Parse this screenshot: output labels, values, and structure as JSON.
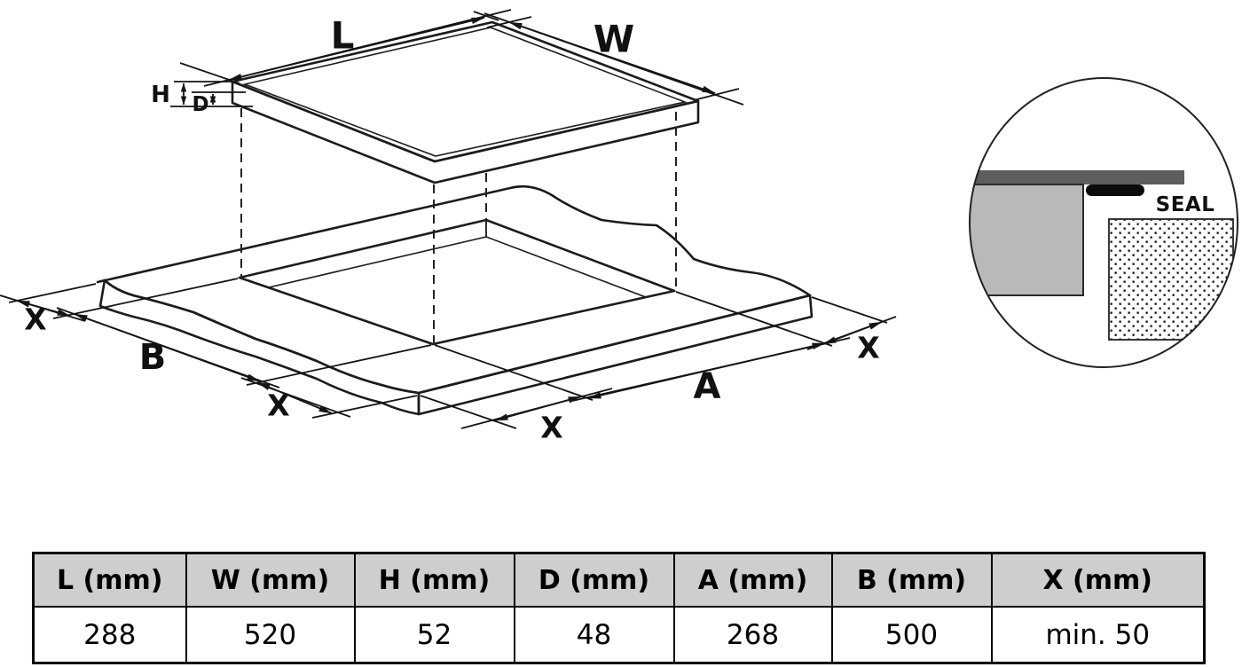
{
  "diagram": {
    "labels": {
      "L": "L",
      "W": "W",
      "H": "H",
      "D": "D",
      "A": "A",
      "B": "B",
      "X": "X",
      "seal": "SEAL"
    },
    "colors": {
      "glass_top": "#494949",
      "rim": "#ededed",
      "worktop": "#c9c9c9",
      "cutout_wall": "#4d4d4d",
      "seal": "#0b0b0b",
      "line": "#1a1a1a"
    }
  },
  "table": {
    "headers": [
      "L (mm)",
      "W (mm)",
      "H (mm)",
      "D (mm)",
      "A (mm)",
      "B (mm)",
      "X (mm)"
    ],
    "values": [
      "288",
      "520",
      "52",
      "48",
      "268",
      "500",
      "min. 50"
    ]
  }
}
